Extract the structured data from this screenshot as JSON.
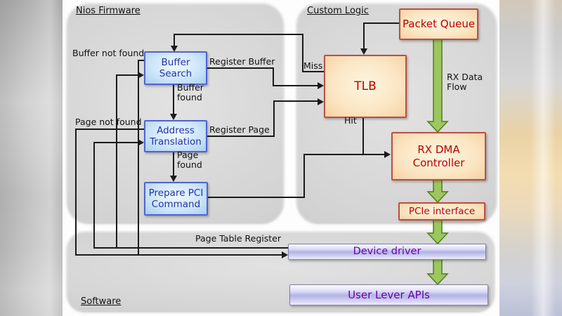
{
  "titles": {
    "nios": "Nios Firmware",
    "custom": "Custom Logic",
    "software": "Software"
  },
  "boxes": {
    "buffer_search": "Buffer\nSearch",
    "address_translation": "Address\nTranslation",
    "prepare_pci": "Prepare PCI\nCommand",
    "packet_queue": "Packet Queue",
    "tlb": "TLB",
    "rx_dma": "RX DMA\nController",
    "pcie": "PCIe interface",
    "device_driver": "Device driver",
    "user_apis": "User Lever APIs"
  },
  "labels": {
    "buffer_not_found": "Buffer not found",
    "page_not_found": "Page not found",
    "register_buffer": "Register Buffer",
    "register_page": "Register Page",
    "buffer_found": "Buffer\nfound",
    "page_found": "Page\nfound",
    "miss": "Miss",
    "hit": "Hit",
    "rx_data_flow": "RX Data\nFlow",
    "page_table_register": "Page Table Register"
  },
  "colors": {
    "firmware_box_border": "#5063cf",
    "firmware_box_text": "#2233a8",
    "logic_box_border": "#bf4d3f",
    "logic_box_text": "#bb0000",
    "software_box_text": "#6b00a8",
    "rx_flow_green": "#9cc75f",
    "rx_flow_green_border": "#4f7d1d",
    "wire": "#1a1a1a",
    "panel_gray": "#d2d2d2"
  }
}
